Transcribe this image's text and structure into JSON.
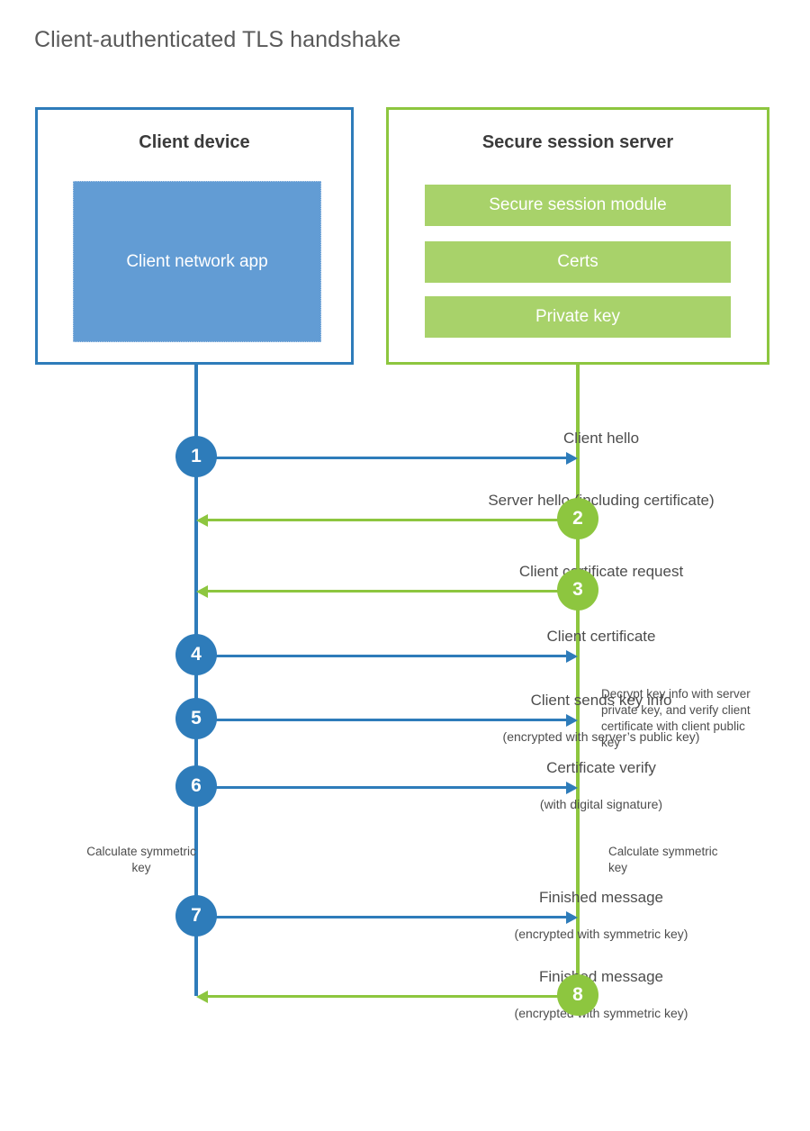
{
  "title": "Client-authenticated TLS handshake",
  "colors": {
    "blue": "#2e7cba",
    "green": "#8dc63f",
    "blue_fill": "#629cd4",
    "green_fill": "#a8d26a",
    "title_text": "#595959",
    "label_text": "#4d4d4d",
    "heading_text": "#3b3b3b"
  },
  "client": {
    "title": "Client device",
    "app_label": "Client network app"
  },
  "server": {
    "title": "Secure session server",
    "modules": [
      {
        "label": "Secure session module"
      },
      {
        "label": "Certs"
      },
      {
        "label": "Private key"
      }
    ]
  },
  "steps": [
    {
      "number": "1",
      "side": "client",
      "direction": "right",
      "main": "Client hello",
      "sub": ""
    },
    {
      "number": "2",
      "side": "server",
      "direction": "left",
      "main": "Server hello (including certificate)",
      "sub": ""
    },
    {
      "number": "3",
      "side": "server",
      "direction": "left",
      "main": "Client certificate request",
      "sub": ""
    },
    {
      "number": "4",
      "side": "client",
      "direction": "right",
      "main": "Client certificate",
      "sub": ""
    },
    {
      "number": "5",
      "side": "client",
      "direction": "right",
      "main": "Client sends key info",
      "sub": "(encrypted with server’s public key)"
    },
    {
      "number": "6",
      "side": "client",
      "direction": "right",
      "main": "Certificate verify",
      "sub": "(with digital signature)"
    },
    {
      "number": "7",
      "side": "client",
      "direction": "right",
      "main": "Finished message",
      "sub": "(encrypted with symmetric key)"
    },
    {
      "number": "8",
      "side": "server",
      "direction": "left",
      "main": "Finished message",
      "sub": "(encrypted with symmetric key)"
    }
  ],
  "notes": {
    "decrypt": "Decrypt key info with server private key, and verify client certificate with client public key",
    "calculate_client": "Calculate symmetric key",
    "calculate_server": "Calculate symmetric key"
  }
}
